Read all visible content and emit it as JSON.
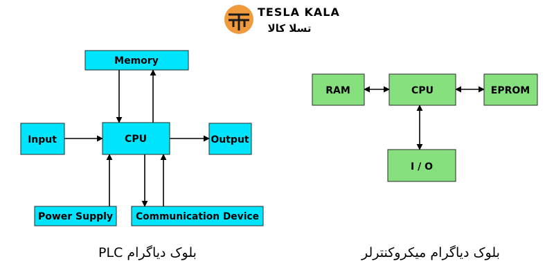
{
  "logo": {
    "name_latin": "TESLA KALA",
    "name_persian": "تسلا کالا",
    "icon": "tesla-kala-logo-icon",
    "colors": {
      "circle": "#f09a3e",
      "mark": "#1a1a1a"
    }
  },
  "colors": {
    "plc_box_fill": "#00e5ff",
    "mcu_box_fill": "#86e07e",
    "box_stroke": "#2a2a2a",
    "arrow": "#000000"
  },
  "plc": {
    "caption": "بلوک دیاگرام PLC",
    "blocks": {
      "memory": "Memory",
      "cpu": "CPU",
      "input": "Input",
      "output": "Output",
      "power_supply": "Power Supply",
      "communication": "Communication Device"
    }
  },
  "mcu": {
    "caption": "بلوک دیاگرام میکروکنترلر",
    "blocks": {
      "ram": "RAM",
      "cpu": "CPU",
      "eprom": "EPROM",
      "io": "I / O"
    }
  }
}
